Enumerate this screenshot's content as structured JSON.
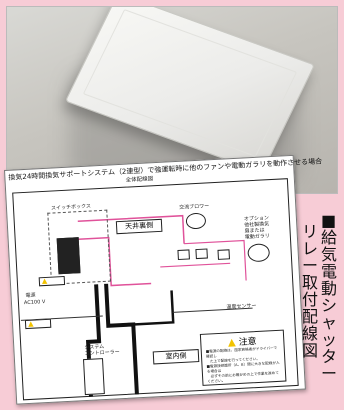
{
  "diagram": {
    "title": "換気24時間換気サポートシステム（2連型）で強運転時に他のファンや電動ガラリを動作させる場合",
    "subtitle": "全体配線図",
    "labels": {
      "switch_box": "スイッチボックス",
      "ceiling": "天井裏側",
      "room": "室内側",
      "power": "電源",
      "power_voltage": "AC100 V",
      "system_controller": "システム\nコントローラー",
      "exhaust_blower": "交流ブロワー",
      "option": "オプション\n他社製換気\n扇または\n電動ガラリ",
      "temp_sensor": "温度センサー"
    },
    "note": {
      "title": "注意",
      "lines": [
        "■電源の配線は、国家資格者がドライバーで確認し",
        "　た上で配線を行ってください。",
        "■電源接続箇所（A、B）間に大きな配線が入る場合は",
        "　必ずその前にお確かめの上で作業を進めてください。"
      ]
    }
  },
  "side_caption": {
    "col1": "■給気電動シャッター",
    "col2": "リレー取付配線図"
  },
  "colors": {
    "background": "#f7ccd6",
    "wire_pink": "#e0529a",
    "wire_black": "#111111",
    "warning_yellow": "#f2c300"
  }
}
